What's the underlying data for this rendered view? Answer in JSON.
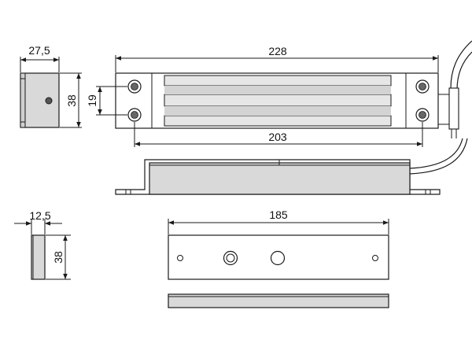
{
  "dimensions": {
    "side_width": "27,5",
    "side_height": "38",
    "hole_spacing": "19",
    "overall_length": "228",
    "hole_pitch": "203",
    "plate_length": "185",
    "plate_thickness": "12,5",
    "plate_height": "38"
  },
  "colors": {
    "line": "#1a1a1a",
    "body_fill": "#d9d9d9",
    "stripe_fill": "#e6e6e6",
    "background": "#ffffff"
  }
}
